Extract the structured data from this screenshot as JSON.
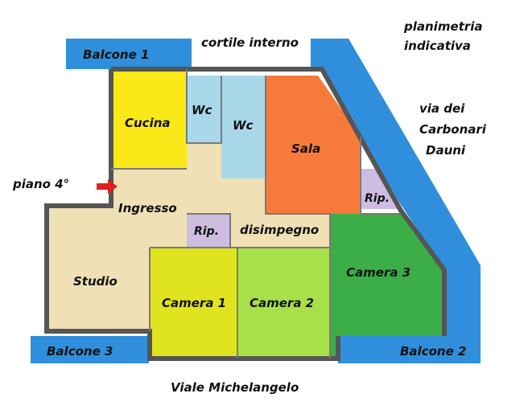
{
  "title": {
    "line1": "planimetria",
    "line2": "indicativa"
  },
  "streets": {
    "courtyard": "cortile interno",
    "side_line1": "via dei",
    "side_line2": "Carbonari",
    "side_line3": "Dauni",
    "bottom": "Viale Michelangelo"
  },
  "floor": {
    "label": "piano 4°"
  },
  "rooms": {
    "balcone1": "Balcone 1",
    "balcone2": "Balcone 2",
    "balcone3": "Balcone 3",
    "cucina": "Cucina",
    "wc1": "Wc",
    "wc2": "Wc",
    "sala": "Sala",
    "rip_sala": "Rip.",
    "ingresso": "Ingresso",
    "rip_center": "Rip.",
    "disimpegno": "disimpegno",
    "studio": "Studio",
    "camera1": "Camera 1",
    "camera2": "Camera 2",
    "camera3": "Camera 3"
  },
  "colors": {
    "balcony": "#2f8fdc",
    "cucina": "#fbe819",
    "wc": "#a8d8ea",
    "sala": "#f77a3a",
    "rip": "#cdbde0",
    "corridor": "#efe0b5",
    "camera1": "#dfe41f",
    "camera2": "#a8e04a",
    "camera3": "#3bae48",
    "arrow": "#e02020"
  }
}
